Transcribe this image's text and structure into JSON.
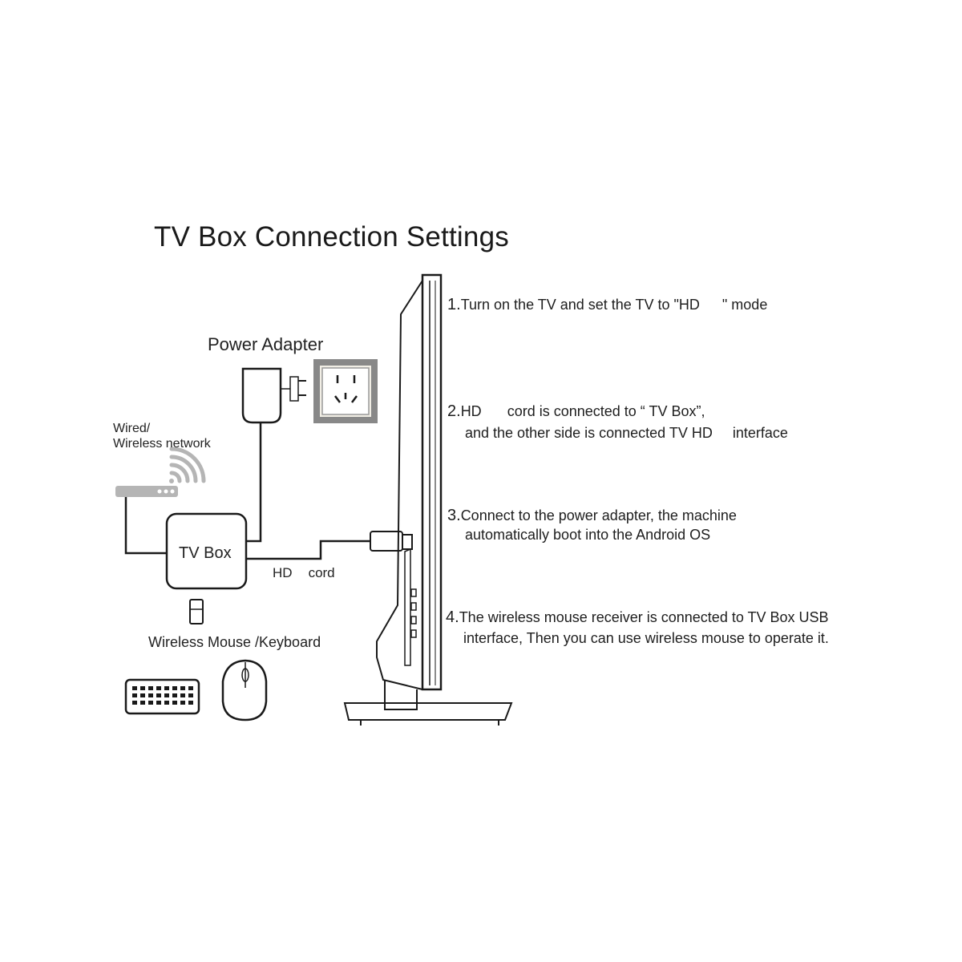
{
  "title": "TV Box Connection Settings",
  "labels": {
    "power_adapter": "Power Adapter",
    "network_line1": "Wired/",
    "network_line2": "Wireless network",
    "tv_box": "TV Box",
    "hd_cord_a": "HD",
    "hd_cord_b": "cord",
    "wireless_mouse_keyboard": "Wireless Mouse /Keyboard"
  },
  "steps": [
    {
      "number": "1.",
      "line1_a": "Turn on the TV and set the TV to \"HD",
      "line1_b": "\" mode"
    },
    {
      "number": "2.",
      "line1_a": "HD",
      "line1_b": "cord is connected to “ TV Box”,",
      "line2_a": "and the other side is connected TV HD",
      "line2_b": "interface"
    },
    {
      "number": "3.",
      "line1": "Connect to the power adapter, the machine",
      "line2": "automatically boot into the Android OS"
    },
    {
      "number": "4.",
      "line1": "The wireless mouse receiver is connected to TV Box USB",
      "line2": "interface, Then you can use wireless mouse to operate it."
    }
  ],
  "icons": [
    "power-adapter-icon",
    "wall-socket-icon",
    "router-icon",
    "wifi-signal-icon",
    "tv-box-icon",
    "usb-receiver-icon",
    "keyboard-icon",
    "mouse-icon",
    "tv-side-view-icon",
    "hdmi-plug-icon"
  ],
  "colors": {
    "line": "#1a1a1a",
    "router": "#b5b5b5",
    "socket_frame": "#e8e4d8"
  }
}
